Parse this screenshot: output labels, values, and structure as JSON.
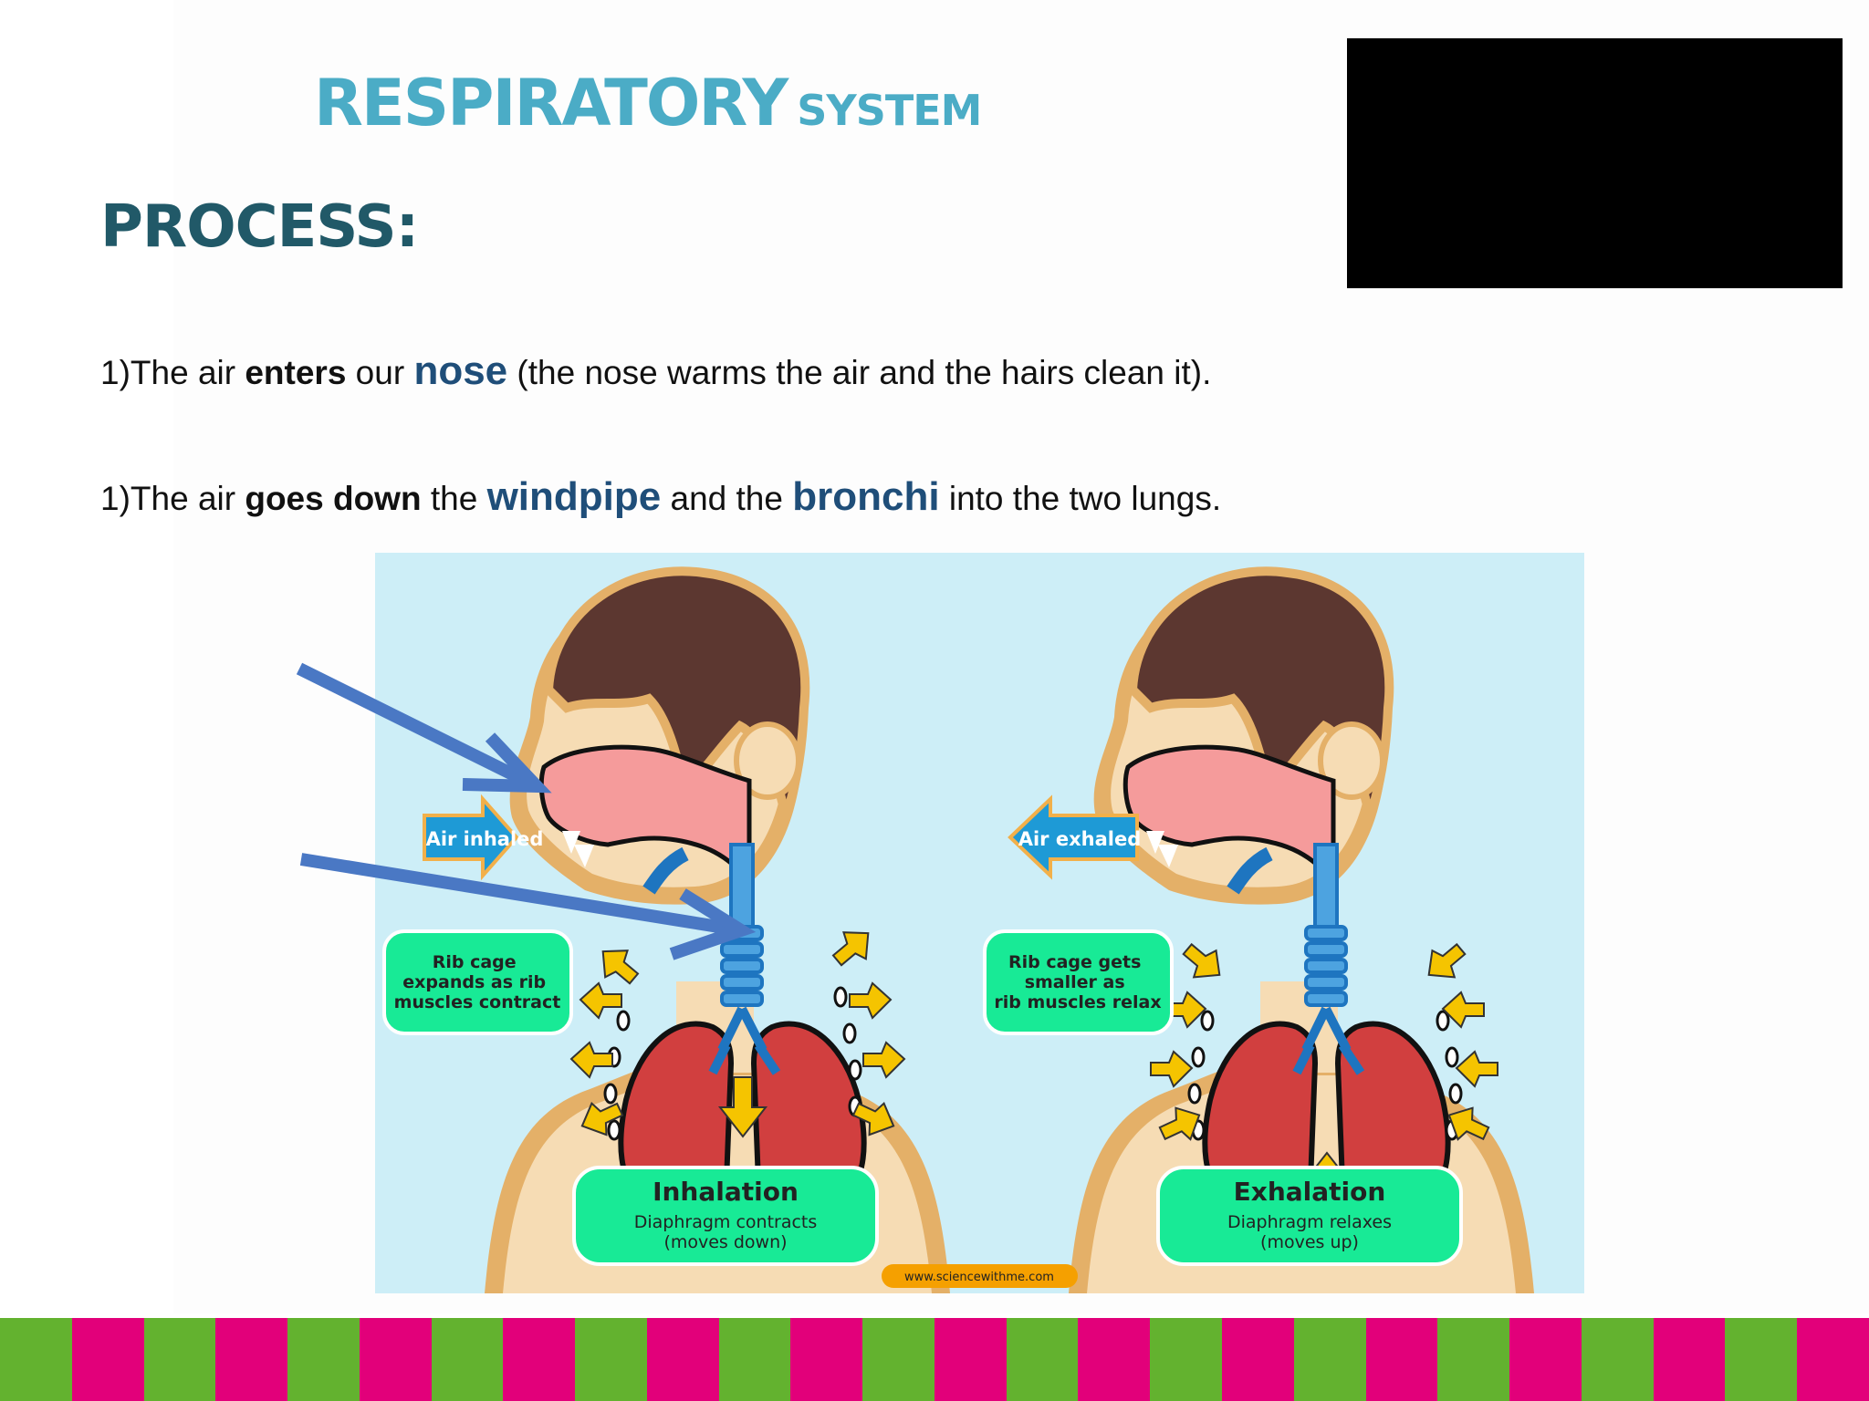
{
  "title": {
    "main": "RESPIRATORY",
    "suffix": "SYSTEM"
  },
  "heading": "PROCESS:",
  "steps": [
    {
      "num": "1)",
      "t1": "The air ",
      "b1": "enters",
      "t2": " our ",
      "h1": "nose",
      "t3": " (the nose warms the air and the hairs clean it)."
    },
    {
      "num": "1)",
      "t1": "The air ",
      "b1": "goes down",
      "t2": " the ",
      "h1": "windpipe",
      "t3": " and the ",
      "h2": "bronchi",
      "t4": " into the two lungs."
    }
  ],
  "figure": {
    "inhaled_label": "Air inhaled",
    "exhaled_label": "Air exhaled",
    "left_note": [
      "Rib cage",
      "expands as rib",
      "muscles contract"
    ],
    "right_note": [
      "Rib cage gets",
      "smaller as",
      "rib muscles relax"
    ],
    "inhalation": {
      "title": "Inhalation",
      "line1": "Diaphragm contracts",
      "line2": "(moves down)"
    },
    "exhalation": {
      "title": "Exhalation",
      "line1": "Diaphragm relaxes",
      "line2": "(moves up)"
    },
    "credit": "www.sciencewithme.com"
  },
  "colors": {
    "title": "#4bacc6",
    "heading": "#215968",
    "highlight": "#1f4e79",
    "stripe_green": "#63b22f",
    "stripe_pink": "#e2007a"
  }
}
